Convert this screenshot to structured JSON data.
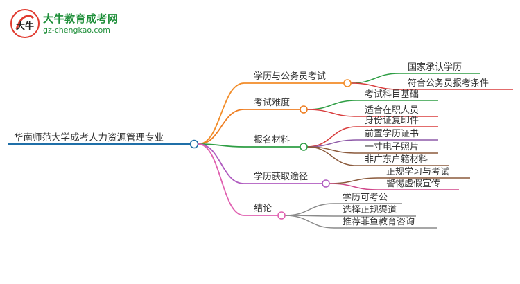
{
  "logo": {
    "brand": "大牛教育成考网",
    "site": "gz-chengkao.com",
    "mark": "大牛"
  },
  "root": {
    "label": "华南师范大学成考人力资源管理专业",
    "color": "#1f6fa8"
  },
  "branches": [
    {
      "label": "学历与公务员考试",
      "color": "#f28c28",
      "children": [
        {
          "label": "国家承认学历",
          "color": "#2e9e44"
        },
        {
          "label": "符合公务员报考条件",
          "color": "#d83c3c"
        }
      ]
    },
    {
      "label": "考试难度",
      "color": "#ee7e22",
      "children": [
        {
          "label": "考试科目基础",
          "color": "#2e9e44"
        },
        {
          "label": "适合在职人员",
          "color": "#d83c3c"
        }
      ]
    },
    {
      "label": "报名材料",
      "color": "#2e9e44",
      "children": [
        {
          "label": "身份证复印件",
          "color": "#d83c3c"
        },
        {
          "label": "前置学历证书",
          "color": "#8e5aa8"
        },
        {
          "label": "一寸电子照片",
          "color": "#8b5a3c"
        },
        {
          "label": "非广东户籍材料",
          "color": "#8b5a3c"
        }
      ]
    },
    {
      "label": "学历获取途径",
      "color": "#b05cc0",
      "children": [
        {
          "label": "正规学习与考试",
          "color": "#8b5a3c"
        },
        {
          "label": "警惕虚假宣传",
          "color": "#d0468a"
        }
      ]
    },
    {
      "label": "结论",
      "color": "#e060b0",
      "children": [
        {
          "label": "学历可考公",
          "color": "#8a8a8a"
        },
        {
          "label": "选择正规渠道",
          "color": "#8a8a8a"
        },
        {
          "label": "推荐菲鱼教育咨询",
          "color": "#8a8a8a"
        }
      ]
    }
  ]
}
